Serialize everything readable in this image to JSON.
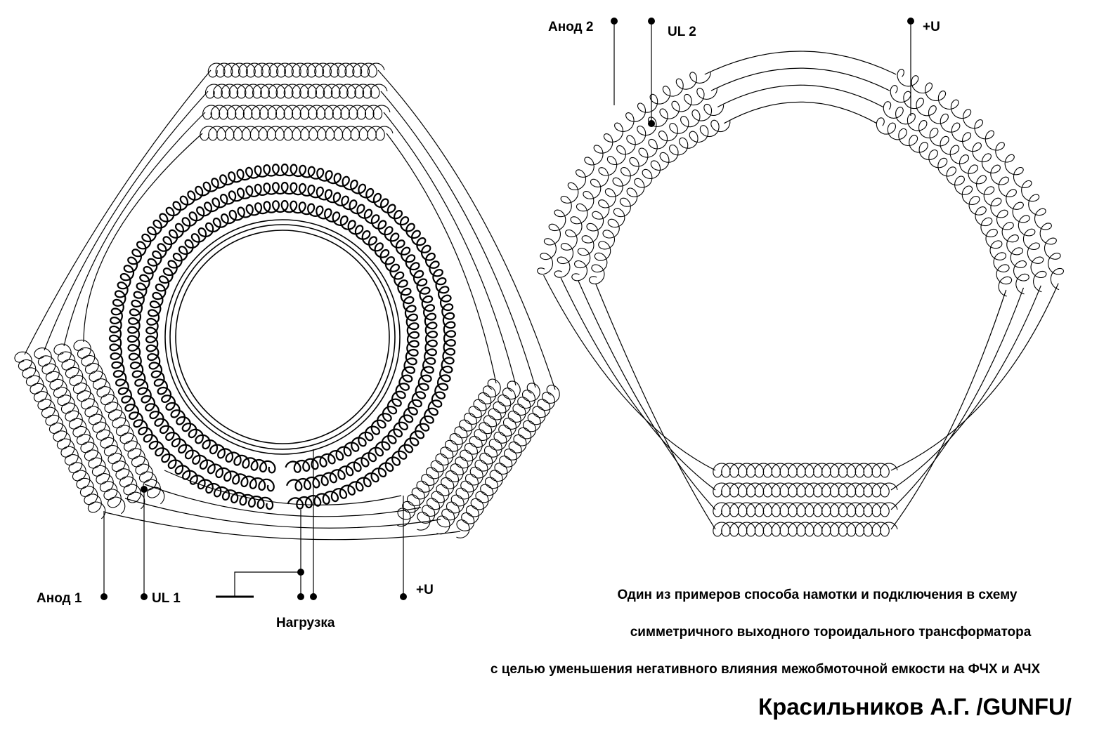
{
  "labels": {
    "anod1": "Анод 1",
    "ul1": "UL 1",
    "plus_u_left": "+U",
    "load": "Нагрузка",
    "anod2": "Анод 2",
    "ul2": "UL 2",
    "plus_u_right": "+U"
  },
  "caption": {
    "line1": "Один из примеров способа намотки и подключения в схему",
    "line2": "симметричного выходного тороидального трансформатора",
    "line3": "с целью уменьшения негативного влияния межобмоточной емкости на ФЧХ и АЧХ"
  },
  "author": "Красильников А.Г. /GUNFU/"
}
